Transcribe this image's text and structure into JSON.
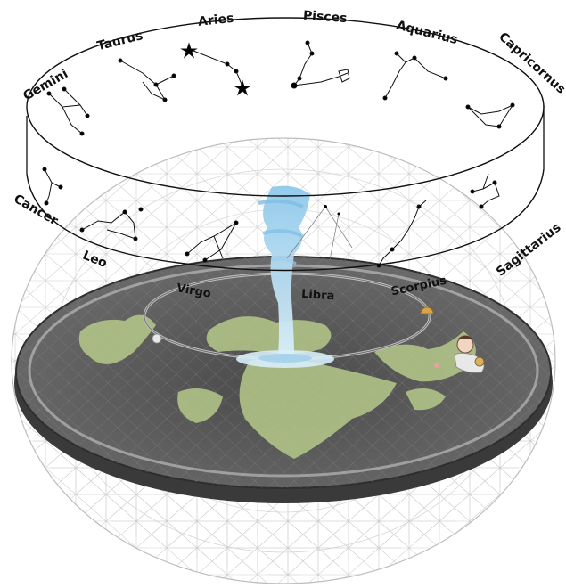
{
  "colors": {
    "background": "#ffffff",
    "mesh": "#c9c9c9",
    "disc_dark": "#5a5a5a",
    "disc_rim": "#3d3d3d",
    "land": "#b6c98a",
    "water": "#a9d3ec",
    "sun": "#d9a441",
    "moon": "#e8e8e8",
    "ring_line": "#111111"
  },
  "zodiac": [
    {
      "id": "aries",
      "label": "Aries"
    },
    {
      "id": "pisces",
      "label": "Pisces"
    },
    {
      "id": "taurus",
      "label": "Taurus"
    },
    {
      "id": "aquarius",
      "label": "Aquarius"
    },
    {
      "id": "gemini",
      "label": "Gemini"
    },
    {
      "id": "capricornus",
      "label": "Capricornus"
    },
    {
      "id": "cancer",
      "label": "Cancer"
    },
    {
      "id": "sagittarius",
      "label": "Sagittarius"
    },
    {
      "id": "leo",
      "label": "Leo"
    },
    {
      "id": "scorpius",
      "label": "Scorpius"
    },
    {
      "id": "virgo",
      "label": "Virgo"
    },
    {
      "id": "libra",
      "label": "Libra"
    }
  ],
  "icons": {
    "sun": "sun-icon",
    "moon": "moon-icon",
    "observer": "observer-figure-icon"
  }
}
